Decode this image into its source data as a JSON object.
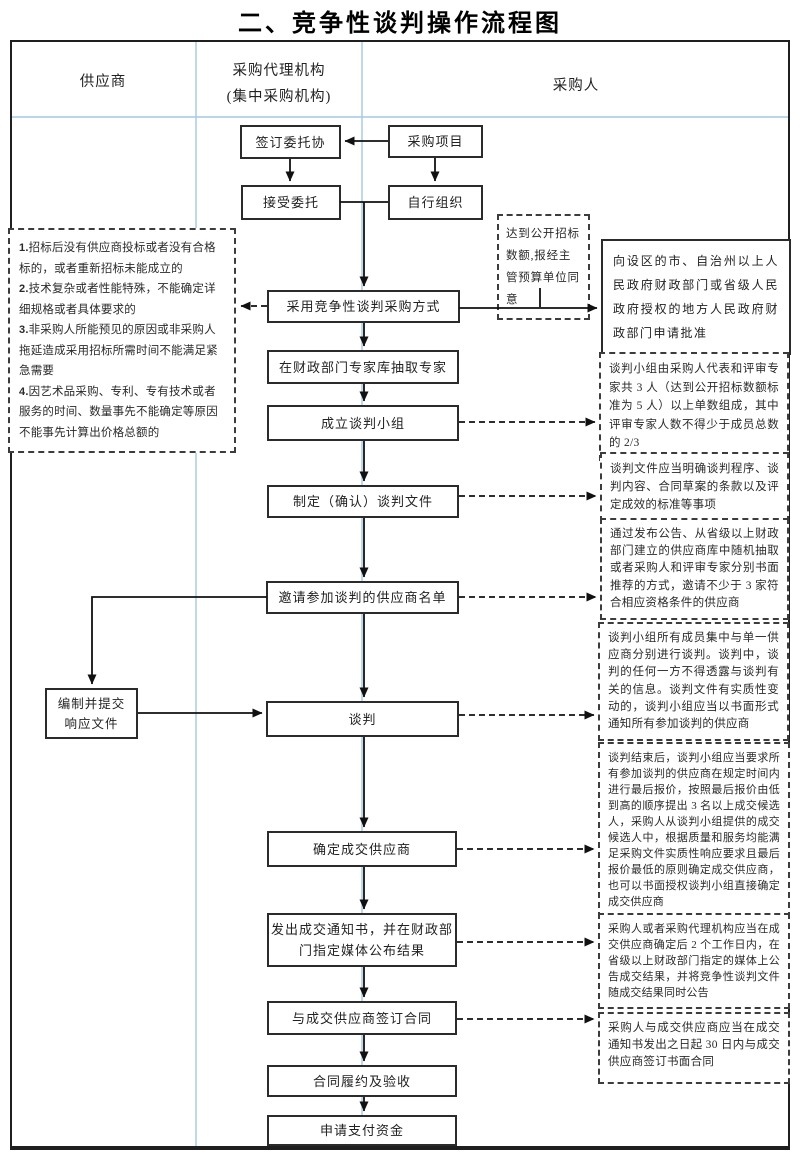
{
  "title": "二、竞争性谈判操作流程图",
  "columns": {
    "supplier": "供应商",
    "agency_line1": "采购代理机构",
    "agency_line2": "(集中采购机构)",
    "purchaser": "采购人"
  },
  "flow": {
    "sign_agreement": "签订委托协",
    "procurement_project": "采购项目",
    "accept_entrust": "接受委托",
    "self_organize": "自行组织",
    "adopt_method": "采用竞争性谈判采购方式",
    "extract_experts": "在财政部门专家库抽取专家",
    "form_group": "成立谈判小组",
    "make_documents": "制定（确认）谈判文件",
    "invite_list": "邀请参加谈判的供应商名单",
    "prepare_response_line1": "编制并提交",
    "prepare_response_line2": "响应文件",
    "negotiate": "谈判",
    "determine_supplier": "确定成交供应商",
    "issue_notice": "发出成交通知书，并在财政部门指定媒体公布结果",
    "sign_contract": "与成交供应商签订合同",
    "perform_contract": "合同履约及验收",
    "apply_payment": "申请支付资金"
  },
  "annotations": {
    "threshold": "达到公开招标数额,报经主管预算单位同意",
    "approval": "向设区的市、自治州以上人民政府财政部门或省级人民政府授权的地方人民政府财政部门申请批准",
    "reasons": {
      "items": [
        {
          "num": "1.",
          "text": "招标后没有供应商投标或者没有合格标的，或者重新招标未能成立的"
        },
        {
          "num": "2.",
          "text": "技术复杂或者性能特殊，不能确定详细规格或者具体要求的"
        },
        {
          "num": "3.",
          "text": "非采购人所能预见的原因或非采购人拖延造成采用招标所需时间不能满足紧急需要"
        },
        {
          "num": "4.",
          "text": "因艺术品采购、专利、专有技术或者服务的时间、数量事先不能确定等原因不能事先计算出价格总额的"
        }
      ]
    },
    "group_composition": "谈判小组由采购人代表和评审专家共 3 人（达到公开招标数额标准为 5 人）以上单数组成，其中评审专家人数不得少于成员总数的 2/3",
    "doc_requirements": "谈判文件应当明确谈判程序、谈判内容、合同草案的条款以及评定成效的标准等事项",
    "invitation_method": "通过发布公告、从省级以上财政部门建立的供应商库中随机抽取或者采购人和评审专家分别书面推荐的方式，邀请不少于 3 家符合相应资格条件的供应商",
    "negotiation_rules": "谈判小组所有成员集中与单一供应商分别进行谈判。谈判中，谈判的任何一方不得透露与谈判有关的信息。谈判文件有实质性变动的，谈判小组应当以书面形式通知所有参加谈判的供应商",
    "final_quotation": "谈判结束后，谈判小组应当要求所有参加谈判的供应商在规定时间内进行最后报价，按照最后报价由低到高的顺序提出 3 名以上成交候选人，采购人从谈判小组提供的成交候选人中，根据质量和服务均能满足采购文件实质性响应要求且最后报价最低的原则确定成交供应商，也可以书面授权谈判小组直接确定成交供应商",
    "announce_result": "采购人或者采购代理机构应当在成交供应商确定后 2 个工作日内，在省级以上财政部门指定的媒体上公告成交结果，并将竞争性谈判文件随成交结果同时公告",
    "contract_deadline": "采购人与成交供应商应当在成交通知书发出之日起 30 日内与成交供应商签订书面合同"
  },
  "colors": {
    "divider_blue": "#a5c9e2",
    "line_black": "#111111",
    "border_dark": "#2b2b2b"
  }
}
